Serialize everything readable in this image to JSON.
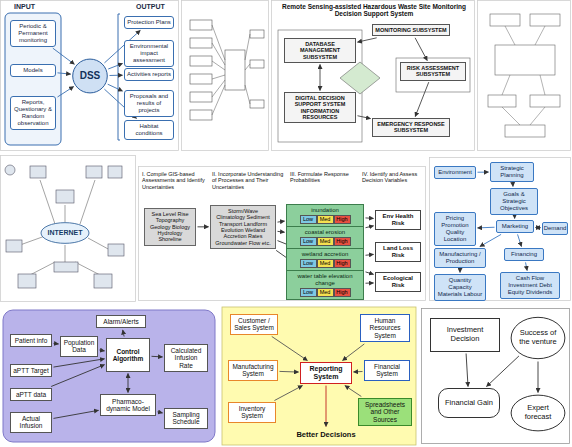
{
  "diagram": {
    "nodes": [
      {
        "text": [
          "Periodic & Permanent monitoring"
        ]
      },
      {
        "text": [
          "Models"
        ]
      },
      {
        "text": [
          "Reports, Questionary & Random observation"
        ]
      },
      {
        "text": [
          "DSS"
        ]
      },
      {
        "text": [
          "Protection Plans"
        ]
      },
      {
        "text": [
          "Environmental impact assessment"
        ]
      },
      {
        "text": [
          "Activities reports"
        ]
      },
      {
        "text": [
          "Proposals and results of projects"
        ]
      },
      {
        "text": [
          "Habitat conditions"
        ]
      },
      {
        "text": [
          "MONITORING SUBSYSTEM"
        ]
      },
      {
        "text": [
          "DATABASE MANAGEMENT SUBSYSTEM"
        ]
      },
      {
        "text": [
          "RISK ASSESSMENT SUBSYSTEM"
        ]
      },
      {
        "text": [
          "EMERGENCY RESPONSE SUBSYSTEM"
        ]
      },
      {
        "text": [
          "DIGITAL DECISION SUPPORT SYSTEM INFORMATION RESOURCES"
        ]
      },
      {
        "text": [
          "INTERNET"
        ]
      },
      {
        "text": [
          "Sea Level Rise Topography Geology Biology Hydrology Shoreline"
        ]
      },
      {
        "text": [
          "Storm/Wave Climatology Sediment Transport Landform Evolution Wetland Accretion Rates Groundwater Flow etc."
        ]
      },
      {
        "text": [
          "inundation"
        ]
      },
      {
        "text": [
          "coastal erosion"
        ]
      },
      {
        "text": [
          "wetland accretion"
        ]
      },
      {
        "text": [
          "water table elevation change"
        ]
      },
      {
        "text": [
          "Env Health Risk"
        ]
      },
      {
        "text": [
          "Land Loss Risk"
        ]
      },
      {
        "text": [
          "Ecological Risk"
        ]
      },
      {
        "text": [
          "Environment"
        ]
      },
      {
        "text": [
          "Strategic Planning"
        ]
      },
      {
        "text": [
          "Goals & Strategic Objectives"
        ]
      },
      {
        "text": [
          "Marketing"
        ]
      },
      {
        "text": [
          "Demand"
        ]
      },
      {
        "text": [
          "Pricing Promotion Quality Location"
        ]
      },
      {
        "text": [
          "Manufacturing / Production"
        ]
      },
      {
        "text": [
          "Financing"
        ]
      },
      {
        "text": [
          "Quantity Capacity Materials Labour"
        ]
      },
      {
        "text": [
          "Cash Flow Investment Debt Equity Dividends"
        ]
      },
      {
        "text": [
          "Alarm/Alerts"
        ]
      },
      {
        "text": [
          "Patient info"
        ]
      },
      {
        "text": [
          "Population Data"
        ]
      },
      {
        "text": [
          "aPTT Target"
        ]
      },
      {
        "text": [
          "aPTT data"
        ]
      },
      {
        "text": [
          "Actual Infusion"
        ]
      },
      {
        "text": [
          "Control Algorithm"
        ]
      },
      {
        "text": [
          "Pharmaco-dynamic Model"
        ]
      },
      {
        "text": [
          "Calculated Infusion Rate"
        ]
      },
      {
        "text": [
          "Sampling Schedule"
        ]
      },
      {
        "text": [
          "Customer / Sales System"
        ]
      },
      {
        "text": [
          "Human Resources System"
        ]
      },
      {
        "text": [
          "Manufacturing System"
        ]
      },
      {
        "text": [
          "Reporting System"
        ]
      },
      {
        "text": [
          "Financial System"
        ]
      },
      {
        "text": [
          "Inventory System"
        ]
      },
      {
        "text": [
          "Spreadsheets and Other Sources"
        ]
      },
      {
        "text": [
          "Better Decisions"
        ]
      },
      {
        "text": [
          "Investment Decision"
        ]
      },
      {
        "text": [
          "Success of the venture"
        ]
      },
      {
        "text": [
          "Financial Gain"
        ]
      },
      {
        "text": [
          "Expert forecast"
        ]
      }
    ],
    "edges": [
      {
        "from": 0,
        "to": 3,
        "arrow": "to"
      },
      {
        "from": 1,
        "to": 3,
        "arrow": "to"
      },
      {
        "from": 2,
        "to": 3,
        "arrow": "to"
      },
      {
        "from": 3,
        "to": 4,
        "arrow": "to"
      },
      {
        "from": 3,
        "to": 5,
        "arrow": "to"
      },
      {
        "from": 3,
        "to": 6,
        "arrow": "to"
      },
      {
        "from": 3,
        "to": 7,
        "arrow": "to"
      },
      {
        "from": 3,
        "to": 8,
        "arrow": "to"
      },
      {
        "from": 9,
        "to": 10,
        "arrow": "to"
      },
      {
        "from": 9,
        "to": 11,
        "arrow": "to"
      },
      {
        "from": 11,
        "to": 12,
        "arrow": "to"
      },
      {
        "from": 10,
        "to": 13,
        "arrow": "both"
      },
      {
        "from": 13,
        "to": 12,
        "arrow": "to"
      },
      {
        "from": 15,
        "to": 16,
        "arrow": "to"
      },
      {
        "from": 16,
        "to": 17,
        "arrow": "to"
      },
      {
        "from": 16,
        "to": 18,
        "arrow": "to"
      },
      {
        "from": 16,
        "to": 19,
        "arrow": "to"
      },
      {
        "from": 16,
        "to": 20,
        "arrow": "to"
      },
      {
        "from": 17,
        "to": 21,
        "arrow": "to"
      },
      {
        "from": 18,
        "to": 21,
        "arrow": "to"
      },
      {
        "from": 19,
        "to": 22,
        "arrow": "to"
      },
      {
        "from": 19,
        "to": 23,
        "arrow": "to"
      },
      {
        "from": 20,
        "to": 23,
        "arrow": "to"
      },
      {
        "from": 24,
        "to": 25,
        "arrow": "to"
      },
      {
        "from": 25,
        "to": 26,
        "arrow": "to"
      },
      {
        "from": 26,
        "to": 27,
        "arrow": "to"
      },
      {
        "from": 27,
        "to": 28,
        "arrow": "both"
      },
      {
        "from": 27,
        "to": 29,
        "arrow": "to"
      },
      {
        "from": 27,
        "to": 30,
        "arrow": "to"
      },
      {
        "from": 27,
        "to": 31,
        "arrow": "to"
      },
      {
        "from": 30,
        "to": 32,
        "arrow": "to"
      },
      {
        "from": 31,
        "to": 33,
        "arrow": "to"
      },
      {
        "from": 40,
        "to": 34,
        "arrow": "to"
      },
      {
        "from": 35,
        "to": 36,
        "arrow": "to"
      },
      {
        "from": 36,
        "to": 40,
        "arrow": "to"
      },
      {
        "from": 37,
        "to": 40,
        "arrow": "to"
      },
      {
        "from": 38,
        "to": 40,
        "arrow": "to"
      },
      {
        "from": 39,
        "to": 41,
        "arrow": "to"
      },
      {
        "from": 41,
        "to": 40,
        "arrow": "both"
      },
      {
        "from": 40,
        "to": 42,
        "arrow": "to"
      },
      {
        "from": 41,
        "to": 43,
        "arrow": "to"
      },
      {
        "from": 44,
        "to": 47,
        "arrow": "to"
      },
      {
        "from": 45,
        "to": 47,
        "arrow": "to"
      },
      {
        "from": 46,
        "to": 47,
        "arrow": "to"
      },
      {
        "from": 48,
        "to": 47,
        "arrow": "to"
      },
      {
        "from": 49,
        "to": 47,
        "arrow": "to"
      },
      {
        "from": 50,
        "to": 47,
        "arrow": "to"
      },
      {
        "from": 47,
        "to": 51,
        "arrow": "to"
      },
      {
        "from": 52,
        "to": 54,
        "arrow": "to"
      },
      {
        "from": 53,
        "to": 54,
        "arrow": "to"
      },
      {
        "from": 53,
        "to": 55,
        "arrow": "to"
      }
    ],
    "labels": [
      "INPUT",
      "OUTPUT",
      "Remote Sensing-assisted Hazardous Waste Site Monitoring Decision Support System",
      "I. Compile GIS-based Assessments and Identify Uncertainties",
      "II. Incorporate Understanding of Processes and Their Uncertainties",
      "III. Formulate Response Probabilities",
      "IV. Identify and Assess Decision Variables",
      "Low",
      "Med",
      "High",
      "Low",
      "Med",
      "High",
      "Low",
      "Med",
      "High",
      "Low",
      "Med",
      "High"
    ]
  }
}
